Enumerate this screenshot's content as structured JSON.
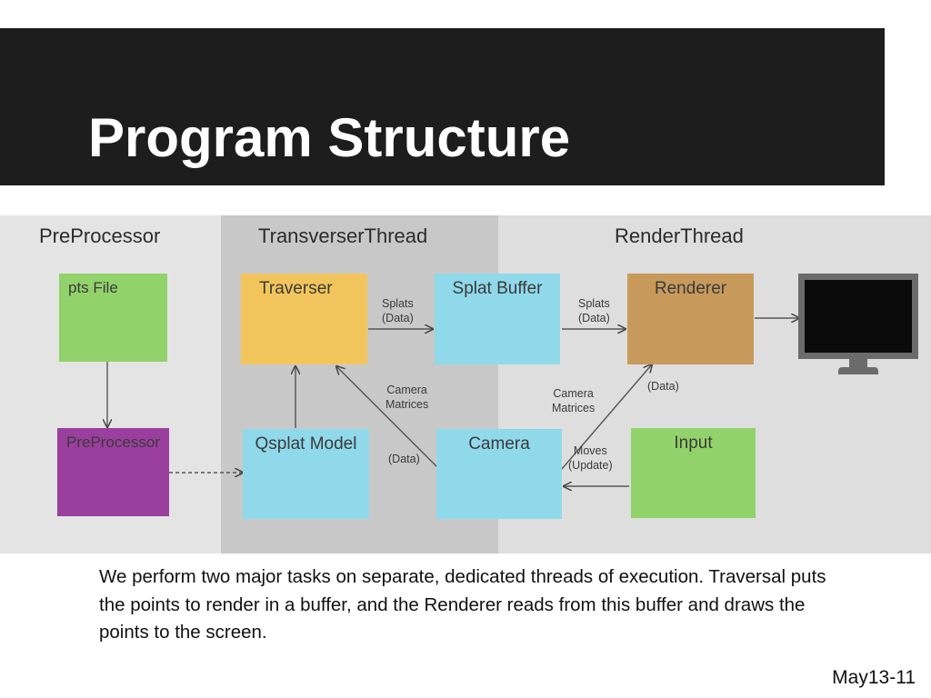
{
  "slide": {
    "title": "Program Structure",
    "caption": "We perform two major tasks on separate, dedicated threads of execution. Traversal puts the points to render in a buffer, and the Renderer reads from this buffer and draws the points to the screen.",
    "footer": "May13-11"
  },
  "diagram": {
    "sections": {
      "preprocessor": "PreProcessor",
      "traverser_thread": "TransverserThread",
      "render_thread": "RenderThread"
    },
    "nodes": {
      "pts_file": "pts File",
      "preprocessor": "PreProcessor",
      "traverser": "Traverser",
      "qsplat_model": "Qsplat Model",
      "splat_buffer": "Splat Buffer",
      "camera": "Camera",
      "renderer": "Renderer",
      "input": "Input"
    },
    "edges": {
      "traverser_to_buffer": [
        "Splats",
        "(Data)"
      ],
      "buffer_to_renderer": [
        "Splats",
        "(Data)"
      ],
      "camera_to_traverser": [
        "Camera",
        "Matrices"
      ],
      "camera_to_traverser_data": "(Data)",
      "camera_to_renderer": [
        "Camera",
        "Matrices"
      ],
      "renderer_data": "(Data)",
      "input_to_camera": [
        "Moves",
        "(Update)"
      ]
    },
    "colors": {
      "pts_file": "#92d26b",
      "preprocessor": "#9a3f9e",
      "traverser": "#f2c55c",
      "qsplat_model": "#8fd9ea",
      "splat_buffer": "#8fd9ea",
      "camera": "#8fd9ea",
      "renderer": "#c79a5c",
      "input": "#92d26b",
      "title_bar": "#1d1d1d"
    },
    "icons": {
      "display": "monitor-icon"
    }
  }
}
